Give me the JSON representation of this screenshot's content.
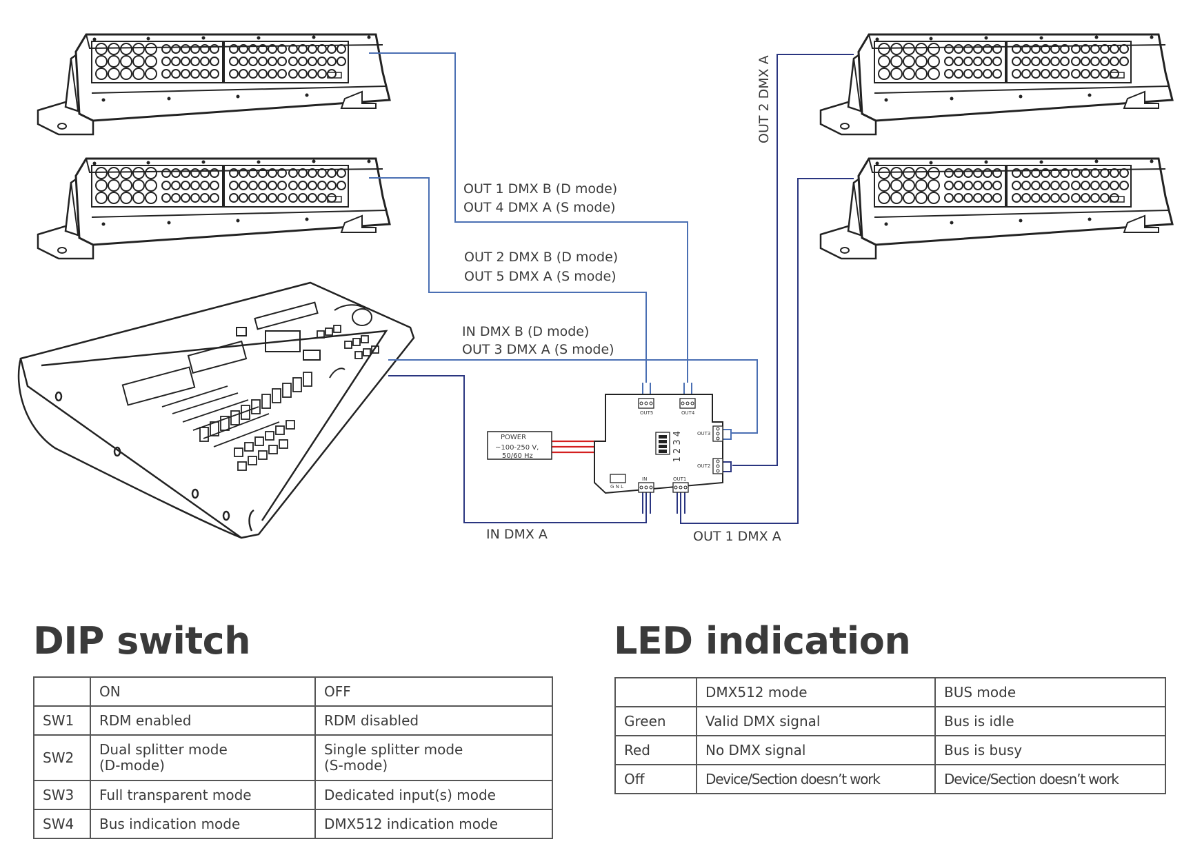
{
  "diagram": {
    "labels": {
      "out1_dmxb": "OUT 1 DMX B (D mode)",
      "out4_dmxa": "OUT 4 DMX A (S mode)",
      "out2_dmxb": "OUT 2 DMX B (D mode)",
      "out5_dmxa": "OUT 5 DMX A (S mode)",
      "in_dmxb": "IN DMX B (D mode)",
      "out3_dmxa": "OUT 3 DMX A (S mode)",
      "out2_dmxa": "OUT 2 DMX A",
      "in_dmxa": "IN DMX A",
      "out1_dmxa": "OUT 1 DMX A"
    },
    "power_box": {
      "title": "POWER",
      "line1": "~100-250 V,",
      "line2": "50/60 Hz"
    },
    "device": {
      "port_out5": "OUT5",
      "port_out4": "OUT4",
      "port_out3": "OUT3",
      "port_out2": "OUT2",
      "port_in": "IN",
      "port_out1": "OUT1",
      "power_pins": "G N L",
      "dip_numbers": "1 2 3 4"
    },
    "colors": {
      "wire_blue": "#4a6fb3",
      "wire_navy": "#2a3580",
      "wire_red": "#d42020"
    }
  },
  "dip_switch": {
    "title": "DIP switch",
    "header": [
      "",
      "ON",
      "OFF"
    ],
    "rows": [
      {
        "sw": "SW1",
        "on": "RDM enabled",
        "off": "RDM disabled"
      },
      {
        "sw": "SW2",
        "on_1": "Dual splitter mode",
        "on_2": "(D-mode)",
        "off_1": "Single splitter mode",
        "off_2": "(S-mode)"
      },
      {
        "sw": "SW3",
        "on": "Full transparent mode",
        "off": "Dedicated input(s) mode"
      },
      {
        "sw": "SW4",
        "on": "Bus indication mode",
        "off": "DMX512 indication mode"
      }
    ]
  },
  "led_indication": {
    "title": "LED indication",
    "header": [
      "",
      "DMX512 mode",
      "BUS mode"
    ],
    "rows": [
      {
        "state": "Green",
        "dmx": "Valid DMX signal",
        "bus": "Bus is idle"
      },
      {
        "state": "Red",
        "dmx": "No DMX signal",
        "bus": "Bus is busy"
      },
      {
        "state": "Off",
        "dmx": "Device/Section doesn’t work",
        "bus": "Device/Section doesn’t work"
      }
    ]
  }
}
